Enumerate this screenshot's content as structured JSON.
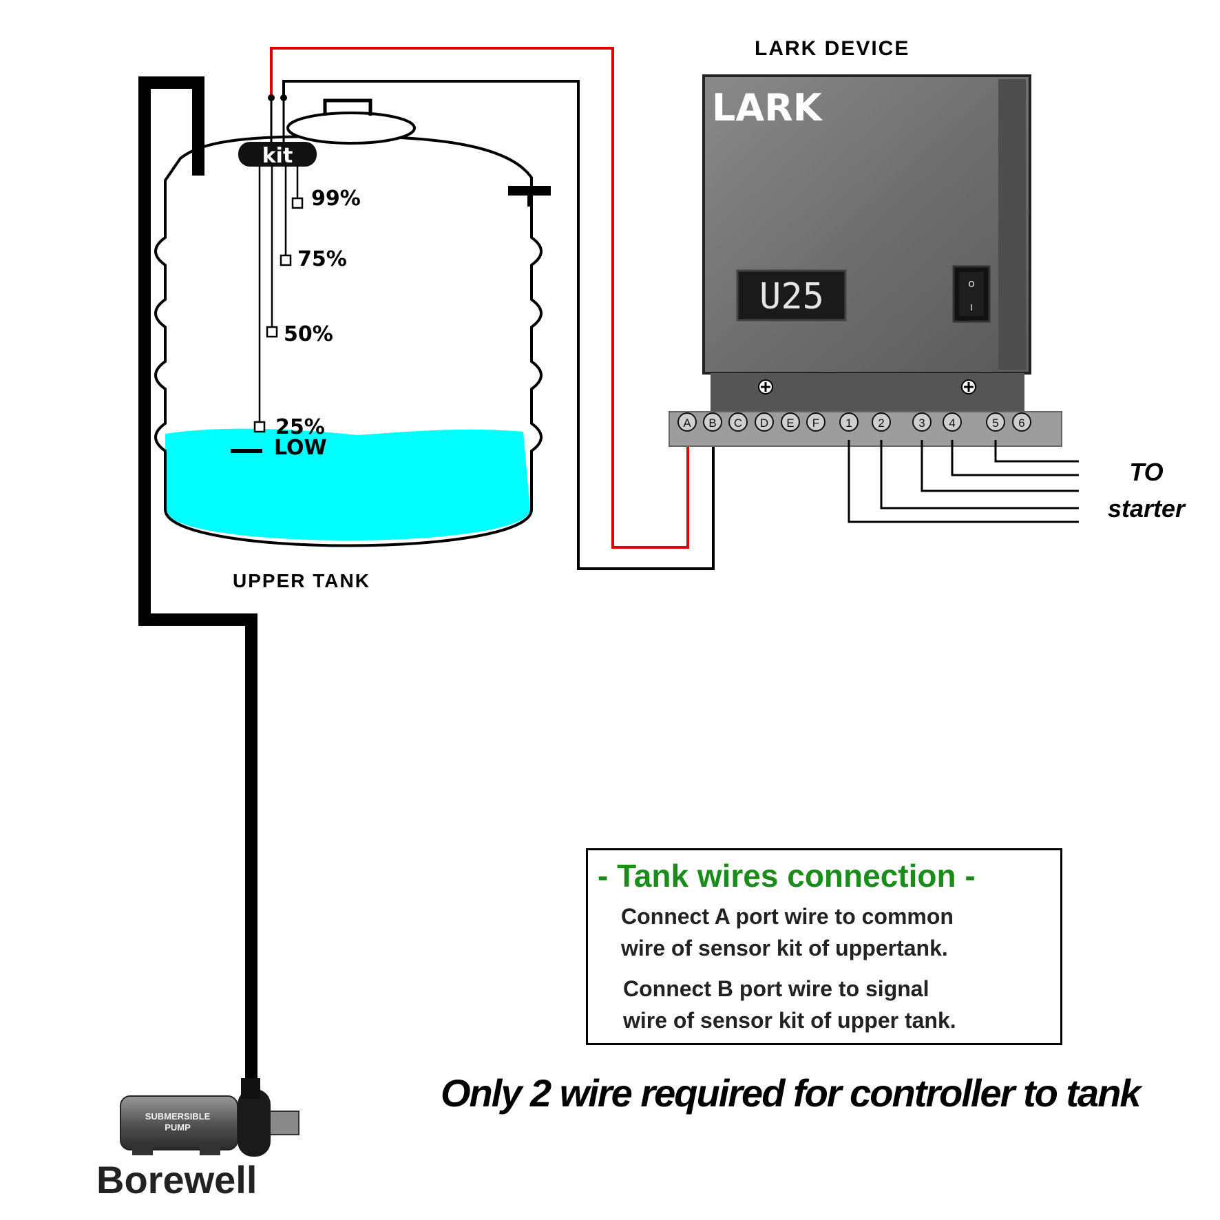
{
  "diagram": {
    "device_title": "LARK DEVICE",
    "device_brand": "LARK",
    "display_value": "U25",
    "switch_marks": {
      "on": "o",
      "off": "ı"
    },
    "kit_label": "kit",
    "levels": [
      "99%",
      "75%",
      "50%",
      "25%"
    ],
    "low_label": "LOW",
    "tank_label": "UPPER TANK",
    "pump_label": [
      "SUBMERSIBLE",
      "PUMP"
    ],
    "borewell_label": "Borewell",
    "terminals": [
      "A",
      "B",
      "C",
      "D",
      "E",
      "F",
      "1",
      "2",
      "3",
      "4",
      "5",
      "6"
    ],
    "starter_label": [
      "TO",
      "starter"
    ],
    "colors": {
      "water": "#00ffff",
      "signal_wire": "#e10000",
      "device_body": "#6b6b6b",
      "note_title": "#1a8c1a"
    }
  },
  "note": {
    "title": "- Tank wires connection -",
    "lines": [
      "Connect A port wire to common",
      "wire of sensor kit of uppertank.",
      "Connect B port wire to signal",
      "wire of sensor kit of upper tank."
    ]
  },
  "footer": "Only 2 wire required for controller to tank"
}
